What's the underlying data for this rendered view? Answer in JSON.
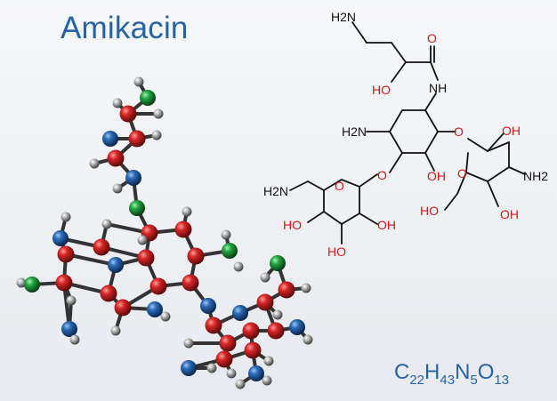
{
  "title": "Amikacin",
  "formula": {
    "parts": [
      {
        "t": "C",
        "s": "22"
      },
      {
        "t": "H",
        "s": "43"
      },
      {
        "t": "N",
        "s": "5"
      },
      {
        "t": "O",
        "s": "13"
      }
    ]
  },
  "structure_labels": [
    {
      "id": "h2n-top",
      "text": "H2N",
      "color": "black"
    },
    {
      "id": "o-carbonyl",
      "text": "O",
      "color": "red"
    },
    {
      "id": "ho-side",
      "text": "HO",
      "color": "red"
    },
    {
      "id": "nh-amide",
      "text": "NH",
      "color": "black"
    },
    {
      "id": "h2n-ring",
      "text": "H2N",
      "color": "black"
    },
    {
      "id": "o-link-right",
      "text": "O",
      "color": "red"
    },
    {
      "id": "oh-right-top",
      "text": "OH",
      "color": "red"
    },
    {
      "id": "o-link-left",
      "text": "O",
      "color": "red"
    },
    {
      "id": "oh-mid",
      "text": "OH",
      "color": "red"
    },
    {
      "id": "o-ring-left",
      "text": "O",
      "color": "red"
    },
    {
      "id": "o-ring-right",
      "text": "O",
      "color": "red"
    },
    {
      "id": "nh2-right",
      "text": "NH2",
      "color": "black"
    },
    {
      "id": "h2n-left",
      "text": "H2N",
      "color": "black"
    },
    {
      "id": "ho-left",
      "text": "HO",
      "color": "red"
    },
    {
      "id": "oh-left-ring",
      "text": "OH",
      "color": "red"
    },
    {
      "id": "ho-bottom",
      "text": "HO",
      "color": "red"
    },
    {
      "id": "ho-right-bottom",
      "text": "HO",
      "color": "red"
    },
    {
      "id": "oh-right-bottom",
      "text": "OH",
      "color": "red"
    }
  ],
  "colors": {
    "title": "#2563a3",
    "carbon": "#c41e1e",
    "nitrogen": "#1f5fa8",
    "oxygen": "#1f9a3a",
    "hydrogen": "#9a9a9a",
    "bond": "#111111",
    "hetero_label": "#d11818"
  }
}
